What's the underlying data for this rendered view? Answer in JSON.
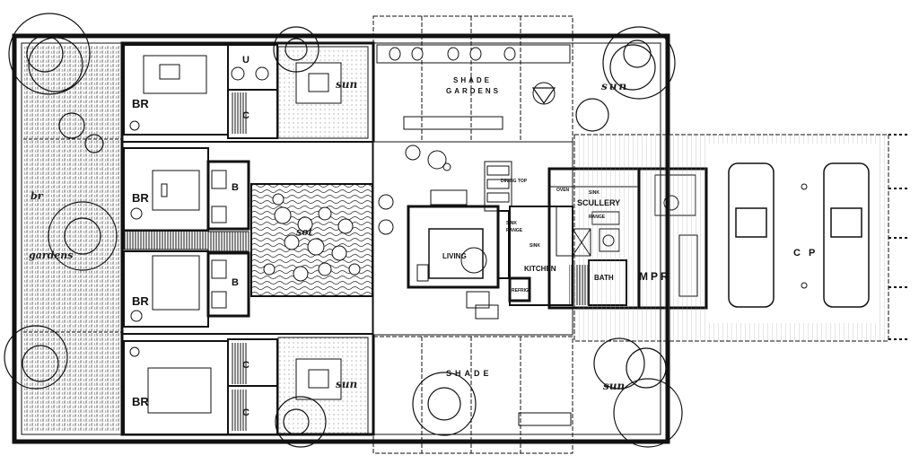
{
  "rooms": {
    "br1": "BR",
    "br2": "BR",
    "br3": "BR",
    "br4": "BR",
    "u": "U",
    "c1": "C",
    "c2": "C",
    "c3": "C",
    "b1": "B",
    "b2": "B",
    "living": "LIVING",
    "kitchen": "KITCHEN",
    "scullery": "SCULLERY",
    "bath": "BATH",
    "mpr": "MPR",
    "cp": "C P"
  },
  "outdoor": {
    "sun1": "sun",
    "sun2": "sun",
    "sun3": "sun",
    "sun4": "sun",
    "shade_gardens_line1": "SHADE",
    "shade_gardens_line2": "GARDENS",
    "shade_south": "SHADE",
    "br_gardens_1": "br",
    "br_gardens_2": "gardens",
    "court_label": "sot"
  },
  "fixtures": {
    "dining_top": "DINING TOP",
    "oven": "OVEN",
    "sink1": "SINK",
    "range": "RANGE",
    "sink2": "SINK",
    "range2": "RANGE",
    "sink3": "SINK",
    "refrig": "REFRIG"
  },
  "colors": {
    "ink": "#111111",
    "paper": "#ffffff"
  }
}
